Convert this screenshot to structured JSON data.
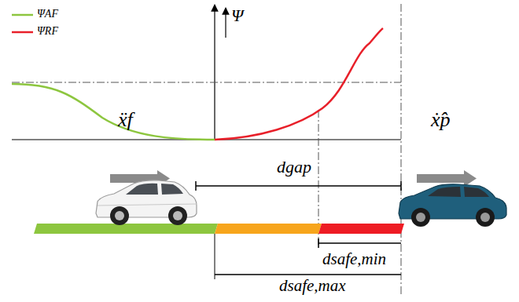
{
  "diagram": {
    "labels": [
      "Ψ",
      "ẍf",
      "ẋ̂p",
      "dgap",
      "dsafe,min",
      "dsafe,max"
    ],
    "legend": [
      {
        "text": "ΨAF"
      },
      {
        "text": "ΨRF"
      }
    ]
  }
}
